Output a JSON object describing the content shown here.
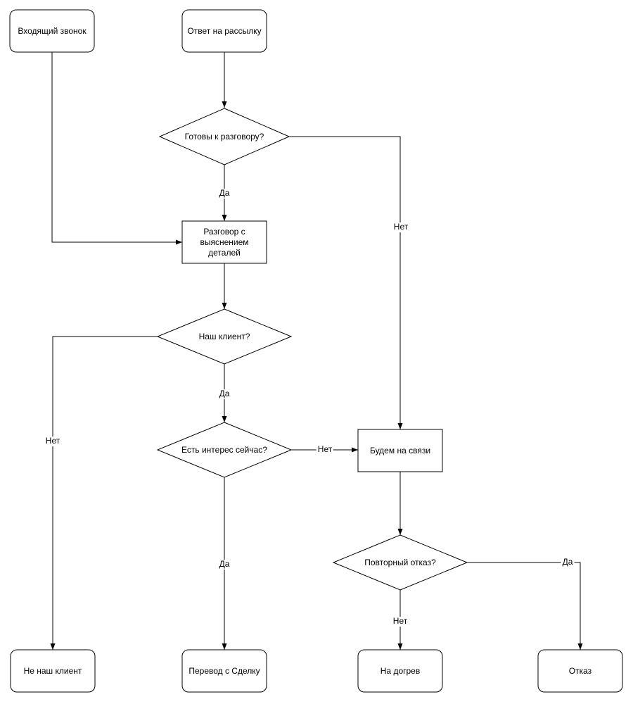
{
  "diagram": {
    "type": "flowchart",
    "language": "ru",
    "colors": {
      "background": "#ffffff",
      "stroke": "#000000",
      "text": "#000000"
    },
    "nodes": [
      {
        "id": "incoming-call",
        "shape": "rounded-terminator",
        "label": "Входящий звонок"
      },
      {
        "id": "mailing-reply",
        "shape": "rounded-terminator",
        "label": "Ответ на рассылку"
      },
      {
        "id": "ready-to-talk",
        "shape": "decision-diamond",
        "label": "Готовы к разговору?"
      },
      {
        "id": "detail-conversation",
        "shape": "process-rect",
        "label": "Разговор с выяснением деталей"
      },
      {
        "id": "our-client",
        "shape": "decision-diamond",
        "label": "Наш клиент?"
      },
      {
        "id": "interest-now",
        "shape": "decision-diamond",
        "label": "Есть интерес сейчас?"
      },
      {
        "id": "keep-in-touch",
        "shape": "process-rect",
        "label": "Будем на связи"
      },
      {
        "id": "repeated-refusal",
        "shape": "decision-diamond",
        "label": "Повторный отказ?"
      },
      {
        "id": "not-our-client",
        "shape": "rounded-terminator",
        "label": "Не наш клиент"
      },
      {
        "id": "transfer-to-deal",
        "shape": "rounded-terminator",
        "label": "Перевод с Сделку"
      },
      {
        "id": "warm-up",
        "shape": "rounded-terminator",
        "label": "На догрев"
      },
      {
        "id": "refusal",
        "shape": "rounded-terminator",
        "label": "Отказ"
      }
    ],
    "edges": [
      {
        "from": "incoming-call",
        "to": "detail-conversation",
        "label": ""
      },
      {
        "from": "mailing-reply",
        "to": "ready-to-talk",
        "label": ""
      },
      {
        "from": "ready-to-talk",
        "to": "detail-conversation",
        "label": "Да"
      },
      {
        "from": "ready-to-talk",
        "to": "keep-in-touch",
        "label": "Нет"
      },
      {
        "from": "detail-conversation",
        "to": "our-client",
        "label": ""
      },
      {
        "from": "our-client",
        "to": "interest-now",
        "label": "Да"
      },
      {
        "from": "our-client",
        "to": "not-our-client",
        "label": "Нет"
      },
      {
        "from": "interest-now",
        "to": "transfer-to-deal",
        "label": "Да"
      },
      {
        "from": "interest-now",
        "to": "keep-in-touch",
        "label": "Нет"
      },
      {
        "from": "keep-in-touch",
        "to": "repeated-refusal",
        "label": ""
      },
      {
        "from": "repeated-refusal",
        "to": "warm-up",
        "label": "Нет"
      },
      {
        "from": "repeated-refusal",
        "to": "refusal",
        "label": "Да"
      }
    ]
  }
}
